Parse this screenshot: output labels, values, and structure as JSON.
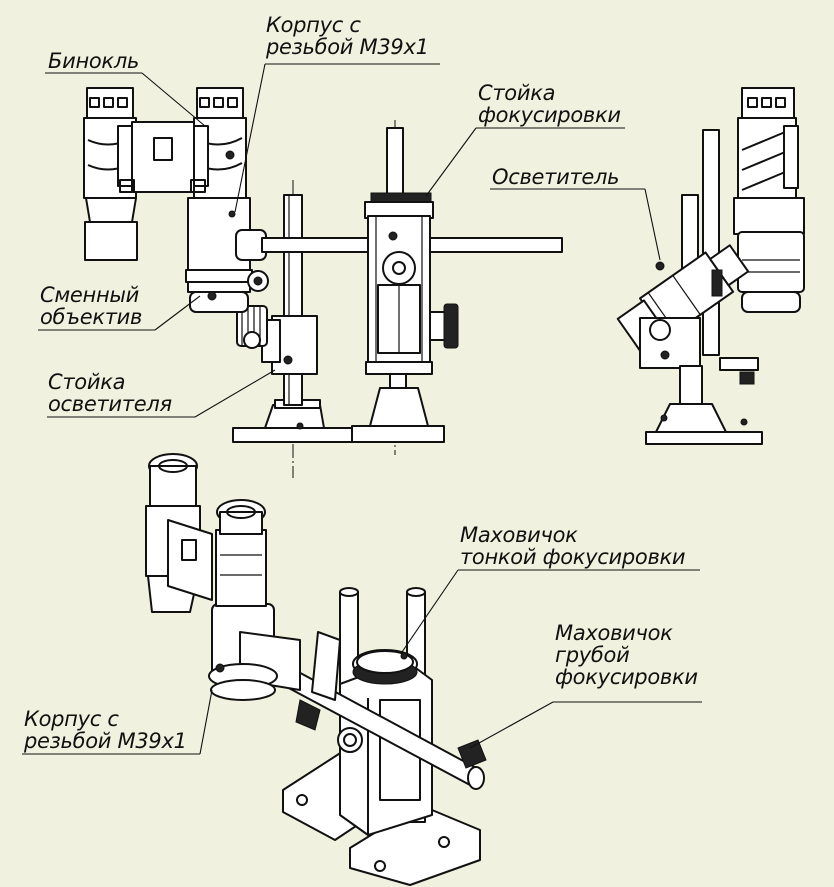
{
  "labels": {
    "korpus_top": [
      "Корпус с",
      "резьбой М39х1"
    ],
    "binokl": [
      "Бинокль"
    ],
    "stoyka_fokus": [
      "Стойка",
      "фокусировки"
    ],
    "osvetitel": [
      "Осветитель"
    ],
    "smenny": [
      "Сменный",
      "объектив"
    ],
    "stoyka_osv": [
      "Стойка",
      "осветителя"
    ],
    "mahovichok_tonk": [
      "Маховичок",
      "тонкой фокусировки"
    ],
    "mahovichok_grub": [
      "Маховичок",
      "грубой",
      "фокусировки"
    ],
    "korpus_bottom": [
      "Корпус с",
      "резьбой М39х1"
    ]
  },
  "colors": {
    "background": "#f1f1df",
    "ink": "#111111"
  }
}
